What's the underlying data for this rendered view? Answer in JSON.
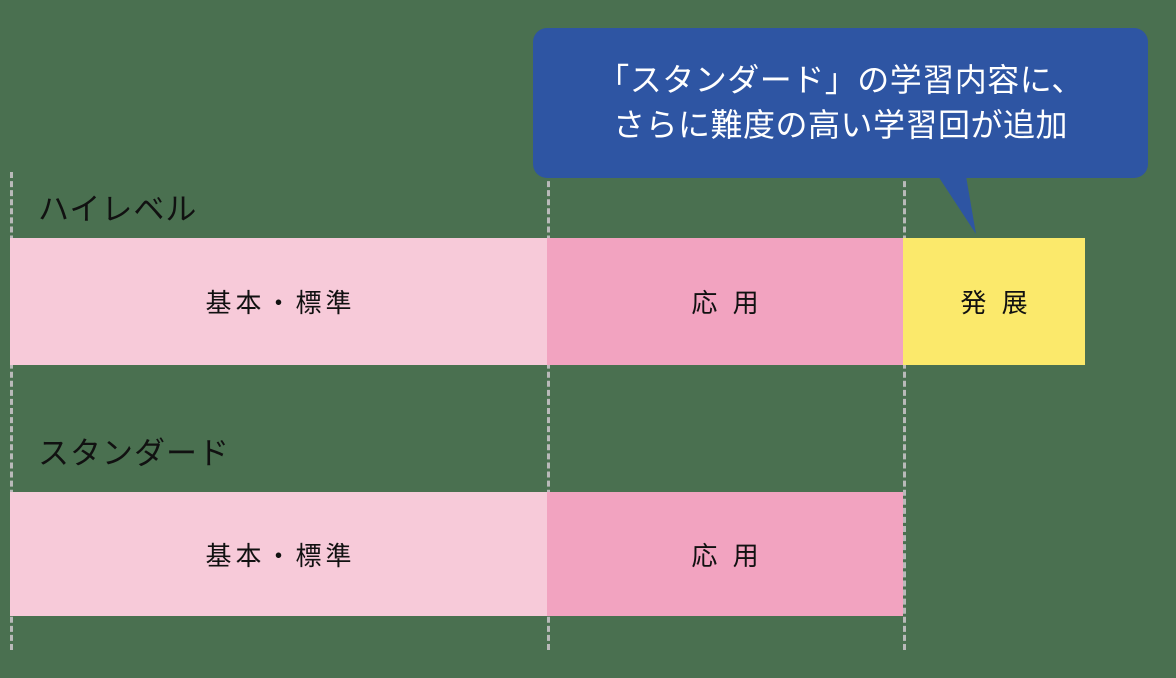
{
  "background_color": "#4a7050",
  "callout": {
    "background_color": "#2e55a3",
    "text_color": "#ffffff",
    "lines": [
      "「スタンダード」の学習内容に、",
      "さらに難度の高い学習回が追加"
    ],
    "tail_target": "発展"
  },
  "tiers": [
    {
      "label": "ハイレベル",
      "segments": [
        {
          "label": "基本・標準",
          "color": "#f7cad9"
        },
        {
          "label": "応 用",
          "color": "#f2a3c0"
        },
        {
          "label": "発 展",
          "color": "#fbe96b"
        }
      ]
    },
    {
      "label": "スタンダード",
      "segments": [
        {
          "label": "基本・標準",
          "color": "#f7cad9"
        },
        {
          "label": "応 用",
          "color": "#f2a3c0"
        }
      ]
    }
  ],
  "guides": {
    "line_color": "#b9b9b9",
    "style": "dashed"
  }
}
